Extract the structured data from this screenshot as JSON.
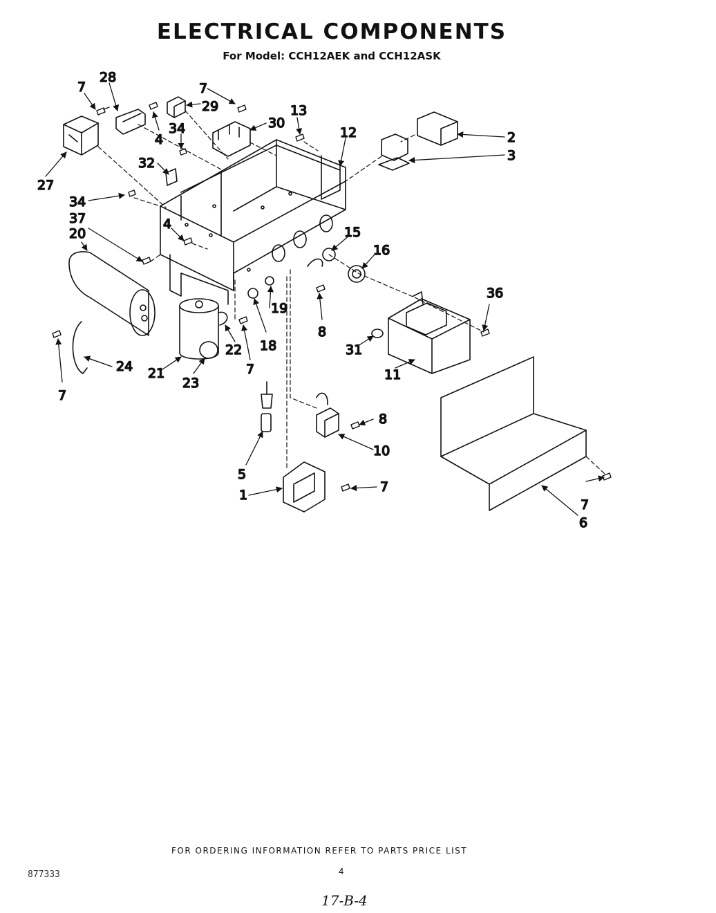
{
  "header": {
    "title": "ELECTRICAL COMPONENTS",
    "subtitle": "For Model: CCH12AEK and CCH12ASK"
  },
  "callouts": {
    "c1": "1",
    "c2": "2",
    "c3": "3",
    "c4a": "4",
    "c4b": "4",
    "c5": "5",
    "c6": "6",
    "c7a": "7",
    "c7b": "7",
    "c7c": "7",
    "c7d": "7",
    "c7e": "7",
    "c7f": "7",
    "c8a": "8",
    "c8b": "8",
    "c10": "10",
    "c11": "11",
    "c12": "12",
    "c13": "13",
    "c15": "15",
    "c16": "16",
    "c18": "18",
    "c19": "19",
    "c20": "20",
    "c21": "21",
    "c22": "22",
    "c23": "23",
    "c24": "24",
    "c27": "27",
    "c28": "28",
    "c29": "29",
    "c30": "30",
    "c31": "31",
    "c32": "32",
    "c34a": "34",
    "c34b": "34",
    "c36": "36",
    "c37": "37"
  },
  "footer": {
    "ordering_note": "FOR ORDERING INFORMATION REFER TO PARTS PRICE LIST",
    "doc_number": "877333",
    "page_number": "4",
    "handwritten_note": "17-B-4"
  }
}
